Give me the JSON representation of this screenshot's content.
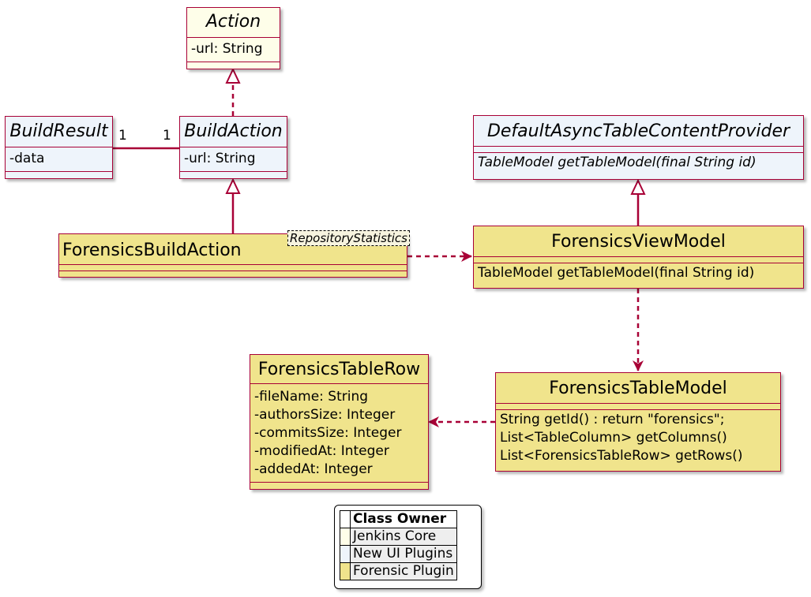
{
  "classes": {
    "action": {
      "name": "Action",
      "attributes": [
        "-url: String"
      ]
    },
    "build_result": {
      "name": "BuildResult",
      "attributes": [
        "-data"
      ]
    },
    "build_action": {
      "name": "BuildAction",
      "attributes": [
        "-url: String"
      ]
    },
    "forensics_build_action": {
      "name": "ForensicsBuildAction",
      "generic": "RepositoryStatistics"
    },
    "default_provider": {
      "name": "DefaultAsyncTableContentProvider",
      "methods": [
        "TableModel getTableModel(final String id)"
      ]
    },
    "forensics_view_model": {
      "name": "ForensicsViewModel",
      "methods": [
        "TableModel getTableModel(final String id)"
      ]
    },
    "forensics_table_row": {
      "name": "ForensicsTableRow",
      "attributes": [
        "-fileName: String",
        "-authorsSize: Integer",
        "-commitsSize: Integer",
        "-modifiedAt: Integer",
        "-addedAt: Integer"
      ]
    },
    "forensics_table_model": {
      "name": "ForensicsTableModel",
      "methods": [
        "String getId() : return \"forensics\";",
        "List<TableColumn> getColumns()",
        "List<ForensicsTableRow> getRows()"
      ]
    }
  },
  "association": {
    "left_mult": "1",
    "right_mult": "1"
  },
  "legend": {
    "title": "Class Owner",
    "entries": [
      {
        "label": "Jenkins Core",
        "color": "#fefee9"
      },
      {
        "label": "New UI Plugins",
        "color": "#eef4fb"
      },
      {
        "label": "Forensic Plugin",
        "color": "#f0e48c"
      }
    ]
  },
  "colors": {
    "border": "#a80036",
    "jenkins_core": "#fefee9",
    "new_ui": "#eef4fb",
    "forensic": "#f0e48c"
  }
}
